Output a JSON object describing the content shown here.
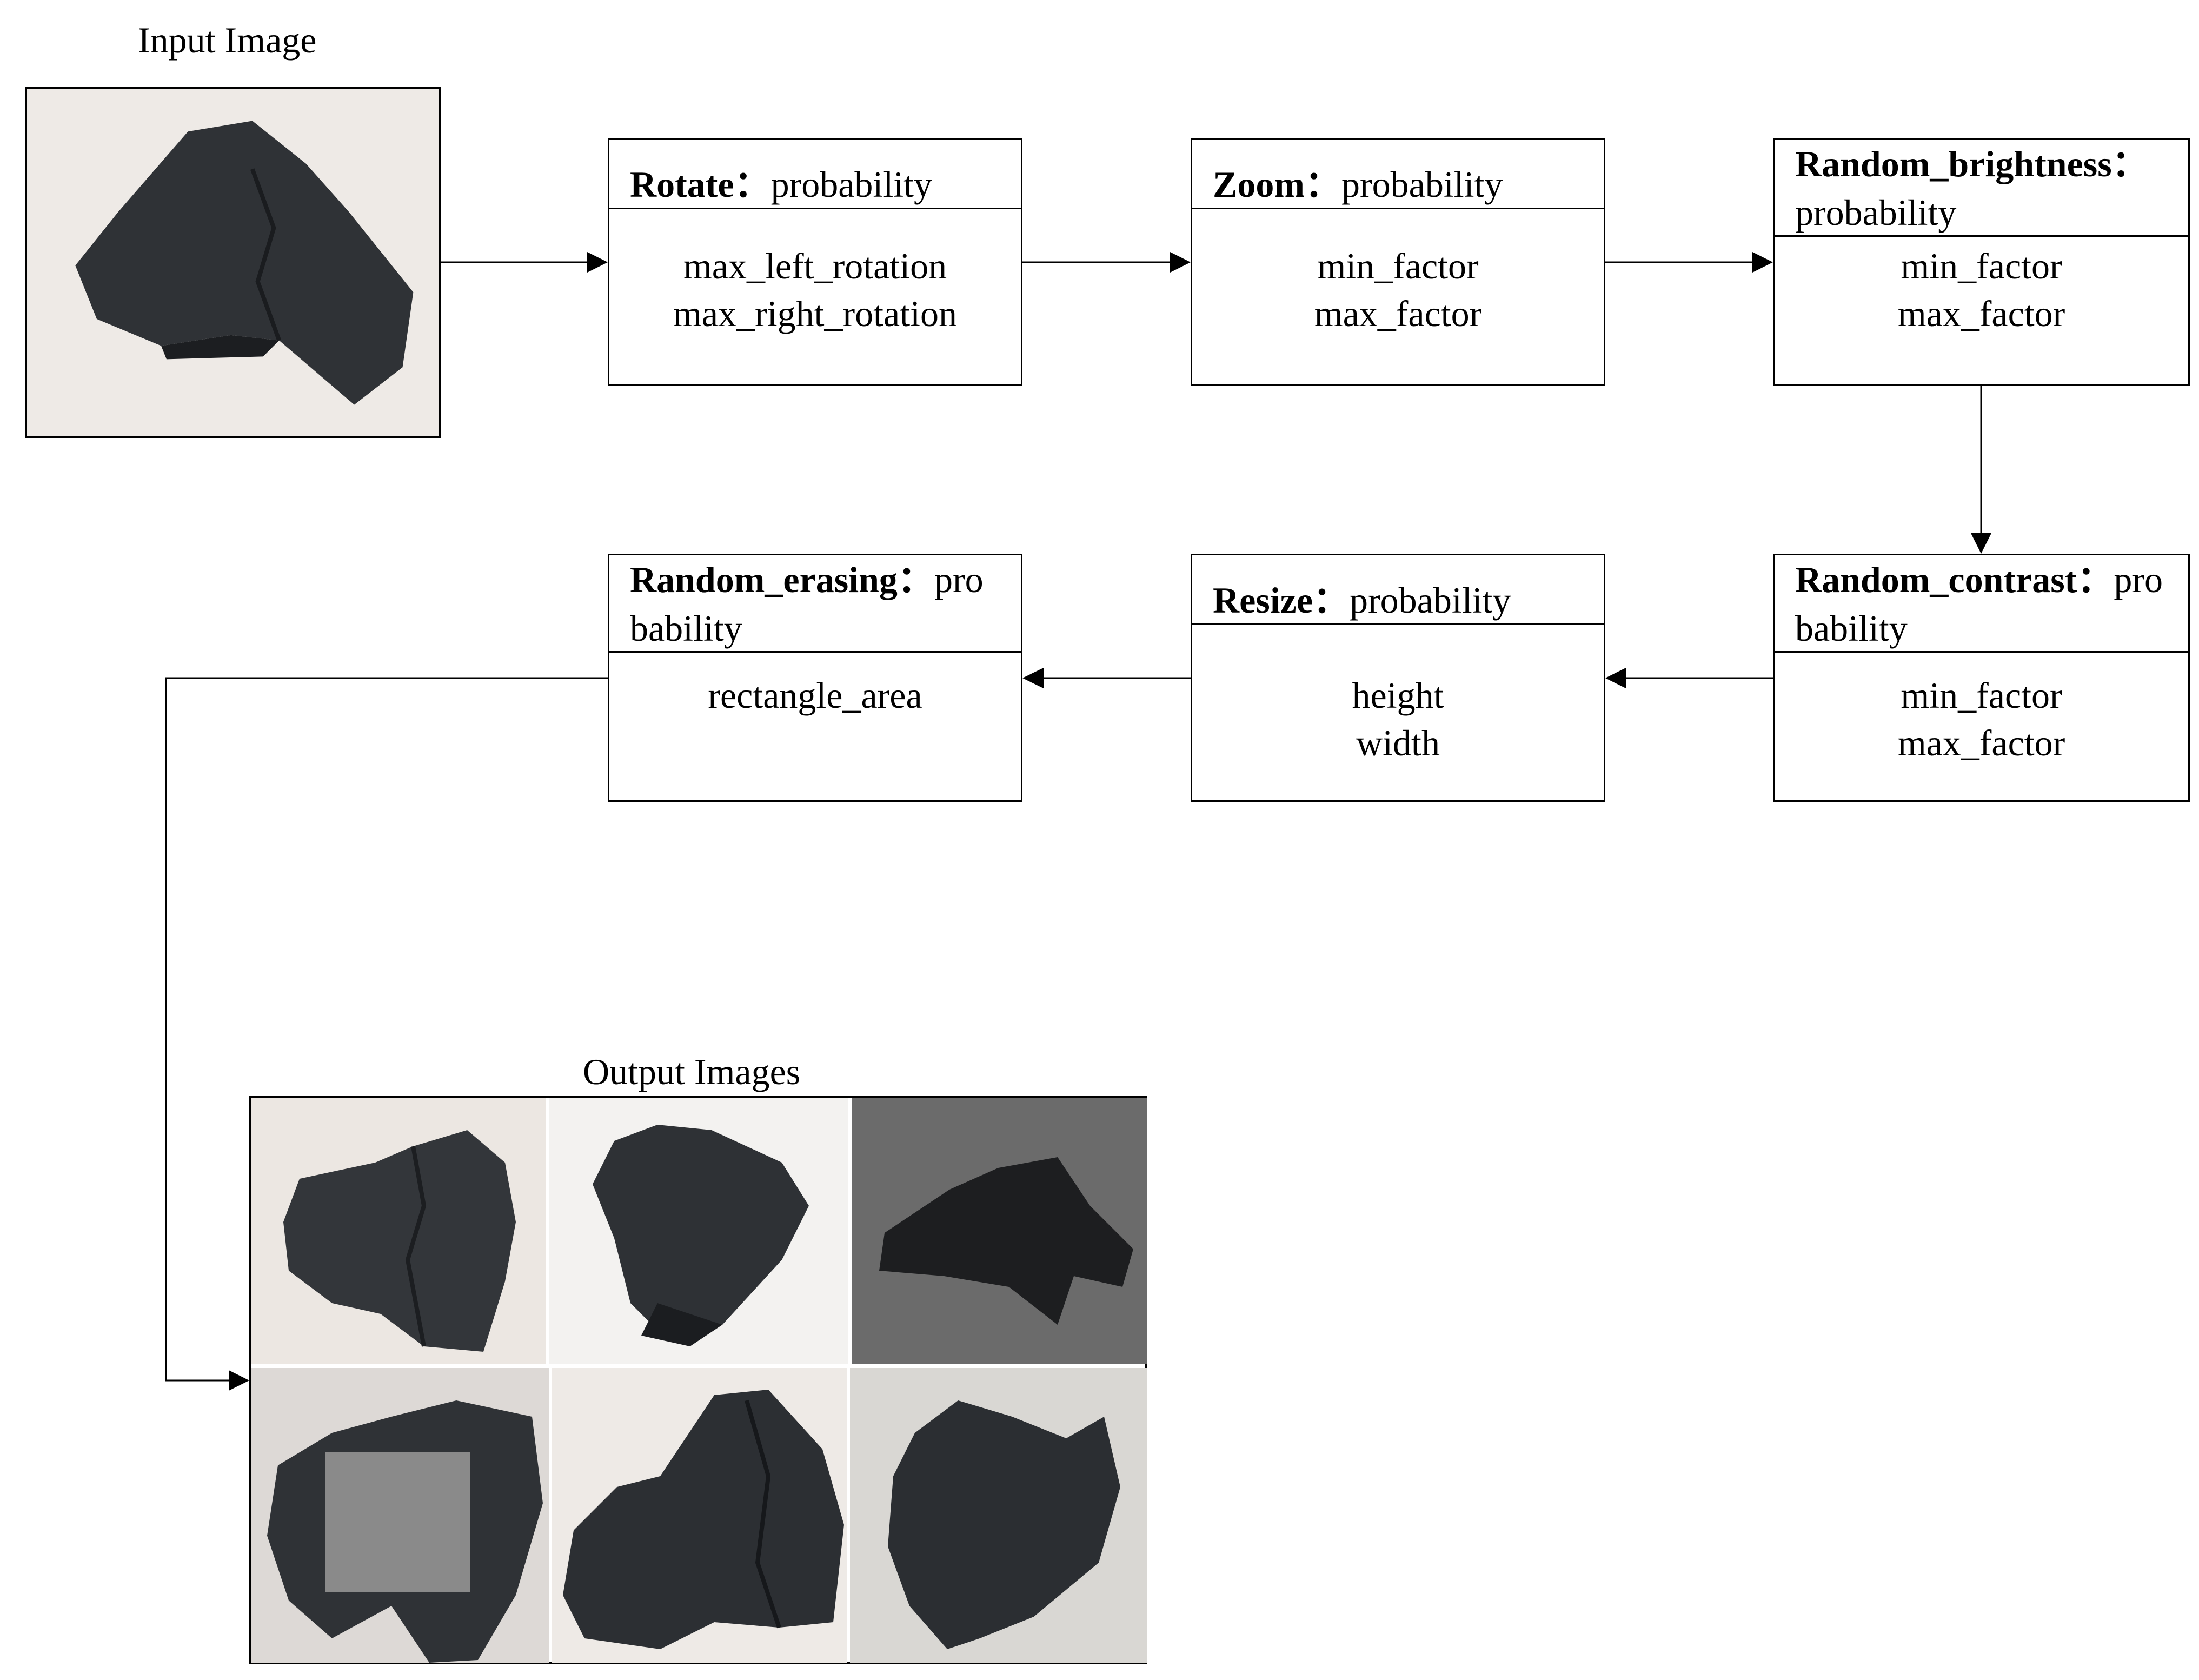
{
  "input": {
    "caption": "Input Image"
  },
  "output": {
    "caption": "Output Images"
  },
  "nodes": {
    "rotate": {
      "name": "Rotate",
      "sep": "：",
      "param": "probability",
      "lines": [
        "max_left_rotation",
        "max_right_rotation"
      ]
    },
    "zoom": {
      "name": "Zoom",
      "sep": "：",
      "param": "probability",
      "lines": [
        "min_factor",
        "max_factor"
      ]
    },
    "brightness": {
      "name": "Random_brightness",
      "sep": "：",
      "param": "probability",
      "lines": [
        "min_factor",
        "max_factor"
      ]
    },
    "contrast": {
      "name": "Random_contrast",
      "sep": "：",
      "param_a": "pro",
      "param_b": "bability",
      "lines": [
        "min_factor",
        "max_factor"
      ]
    },
    "resize": {
      "name": "Resize",
      "sep": "：",
      "param": "probability",
      "lines": [
        "height",
        "width"
      ]
    },
    "erasing": {
      "name": "Random_erasing",
      "sep": "：",
      "param_a": "pro",
      "param_b": "bability",
      "lines": [
        "rectangle_area"
      ]
    }
  },
  "colors": {
    "stroke": "#000000",
    "rock": "#2f3236",
    "rock_dark": "#1c1e21",
    "bg_light": "#ece8e4",
    "bg_gray": "#6b6b6b",
    "erase_patch": "#8a8a8a"
  }
}
